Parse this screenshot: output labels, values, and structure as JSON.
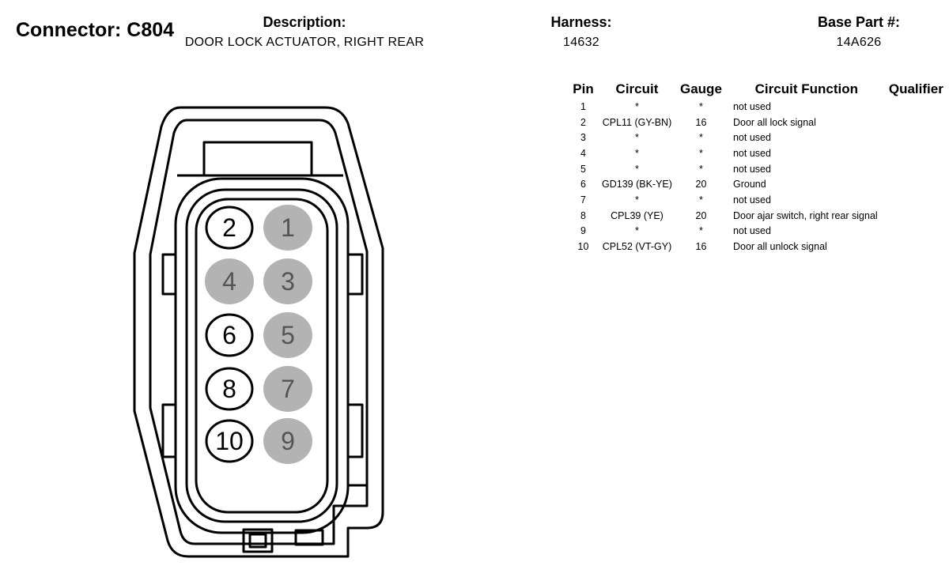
{
  "header": {
    "connector_title": "Connector: C804",
    "description_label": "Description:",
    "description_value": "DOOR LOCK ACTUATOR, RIGHT REAR",
    "harness_label": "Harness:",
    "harness_value": "14632",
    "base_part_label": "Base Part #:",
    "base_part_value": "14A626"
  },
  "table": {
    "columns": [
      "Pin",
      "Circuit",
      "Gauge",
      "Circuit Function",
      "Qualifier"
    ],
    "rows": [
      {
        "pin": "1",
        "circuit": "*",
        "gauge": "*",
        "function": "not used",
        "qualifier": ""
      },
      {
        "pin": "2",
        "circuit": "CPL11 (GY-BN)",
        "gauge": "16",
        "function": "Door all lock signal",
        "qualifier": ""
      },
      {
        "pin": "3",
        "circuit": "*",
        "gauge": "*",
        "function": "not used",
        "qualifier": ""
      },
      {
        "pin": "4",
        "circuit": "*",
        "gauge": "*",
        "function": "not used",
        "qualifier": ""
      },
      {
        "pin": "5",
        "circuit": "*",
        "gauge": "*",
        "function": "not used",
        "qualifier": ""
      },
      {
        "pin": "6",
        "circuit": "GD139 (BK-YE)",
        "gauge": "20",
        "function": "Ground",
        "qualifier": ""
      },
      {
        "pin": "7",
        "circuit": "*",
        "gauge": "*",
        "function": "not used",
        "qualifier": ""
      },
      {
        "pin": "8",
        "circuit": "CPL39 (YE)",
        "gauge": "20",
        "function": "Door ajar switch, right rear signal",
        "qualifier": ""
      },
      {
        "pin": "9",
        "circuit": "*",
        "gauge": "*",
        "function": "not used",
        "qualifier": ""
      },
      {
        "pin": "10",
        "circuit": "CPL52 (VT-GY)",
        "gauge": "16",
        "function": "Door all unlock signal",
        "qualifier": ""
      }
    ]
  },
  "diagram": {
    "used_pin_color": "#ffffff",
    "unused_pin_color": "#b3b3b3",
    "used_pin_text_color": "#000000",
    "unused_pin_text_color": "#555555",
    "pins": [
      {
        "label": "2",
        "used": true
      },
      {
        "label": "1",
        "used": false
      },
      {
        "label": "4",
        "used": false
      },
      {
        "label": "3",
        "used": false
      },
      {
        "label": "6",
        "used": true
      },
      {
        "label": "5",
        "used": false
      },
      {
        "label": "8",
        "used": true
      },
      {
        "label": "7",
        "used": false
      },
      {
        "label": "10",
        "used": true
      },
      {
        "label": "9",
        "used": false
      }
    ]
  }
}
